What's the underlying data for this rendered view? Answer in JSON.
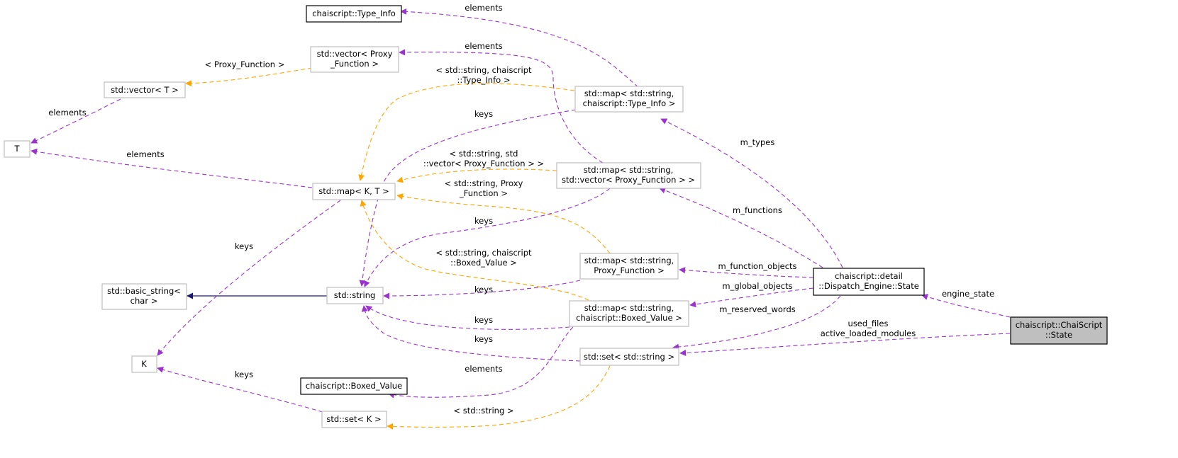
{
  "colors": {
    "member_edge": "#9a32cd",
    "template_edge": "#ffa500",
    "inheritance_edge": "#191970",
    "highlight_fill": "#bfbfbf",
    "ghost_border": "#bfbfbf"
  },
  "nodes": {
    "type_info": {
      "lines": [
        "chaiscript::Type_Info"
      ]
    },
    "vec_proxy": {
      "lines": [
        "std::vector< Proxy",
        "_Function >"
      ]
    },
    "vec_t": {
      "lines": [
        "std::vector< T >"
      ]
    },
    "t": {
      "lines": [
        "T"
      ]
    },
    "map_type_info": {
      "lines": [
        "std::map< std::string,",
        "chaiscript::Type_Info >"
      ]
    },
    "map_kt": {
      "lines": [
        "std::map< K, T >"
      ]
    },
    "map_vec_proxy": {
      "lines": [
        "std::map< std::string,",
        "std::vector< Proxy_Function > >"
      ]
    },
    "basic_string": {
      "lines": [
        "std::basic_string<",
        "char >"
      ]
    },
    "string": {
      "lines": [
        "std::string"
      ]
    },
    "map_proxy": {
      "lines": [
        "std::map< std::string,",
        "Proxy_Function >"
      ]
    },
    "dispatch_state": {
      "lines": [
        "chaiscript::detail",
        "::Dispatch_Engine::State"
      ]
    },
    "map_boxed": {
      "lines": [
        "std::map< std::string,",
        "chaiscript::Boxed_Value >"
      ]
    },
    "k": {
      "lines": [
        "K"
      ]
    },
    "set_string": {
      "lines": [
        "std::set< std::string >"
      ]
    },
    "chai_state": {
      "lines": [
        "chaiscript::ChaiScript",
        "::State"
      ]
    },
    "boxed_value": {
      "lines": [
        "chaiscript::Boxed_Value"
      ]
    },
    "set_k": {
      "lines": [
        "std::set< K >"
      ]
    }
  },
  "edge_labels": {
    "elements_type_info": [
      "elements"
    ],
    "elements_vec_proxy": [
      "elements"
    ],
    "tmpl_vec_proxy": [
      "< Proxy_Function >"
    ],
    "tmpl_map_type_info": [
      "< std::string, chaiscript",
      "::Type_Info >"
    ],
    "elements_vec_t": [
      "elements"
    ],
    "keys_map_type_info": [
      "keys"
    ],
    "elements_map_kt": [
      "elements"
    ],
    "tmpl_map_vec_proxy": [
      "< std::string, std",
      "::vector< Proxy_Function > >"
    ],
    "tmpl_map_proxy": [
      "< std::string, Proxy",
      "_Function >"
    ],
    "m_types": [
      "m_types"
    ],
    "keys_map_kt": [
      "keys"
    ],
    "m_functions": [
      "m_functions"
    ],
    "keys_map_vec_proxy": [
      "keys"
    ],
    "tmpl_map_boxed": [
      "< std::string, chaiscript",
      "::Boxed_Value >"
    ],
    "m_function_objects": [
      "m_function_objects"
    ],
    "keys_map_proxy": [
      "keys"
    ],
    "m_global_objects": [
      "m_global_objects"
    ],
    "engine_state": [
      "engine_state"
    ],
    "m_reserved_words": [
      "m_reserved_words"
    ],
    "used_files": [
      "used_files",
      "active_loaded_modules"
    ],
    "keys_map_boxed": [
      "keys"
    ],
    "keys_set_string": [
      "keys"
    ],
    "elements_map_boxed": [
      "elements"
    ],
    "keys_set_k": [
      "keys"
    ],
    "tmpl_set_string": [
      "< std::string >"
    ]
  }
}
